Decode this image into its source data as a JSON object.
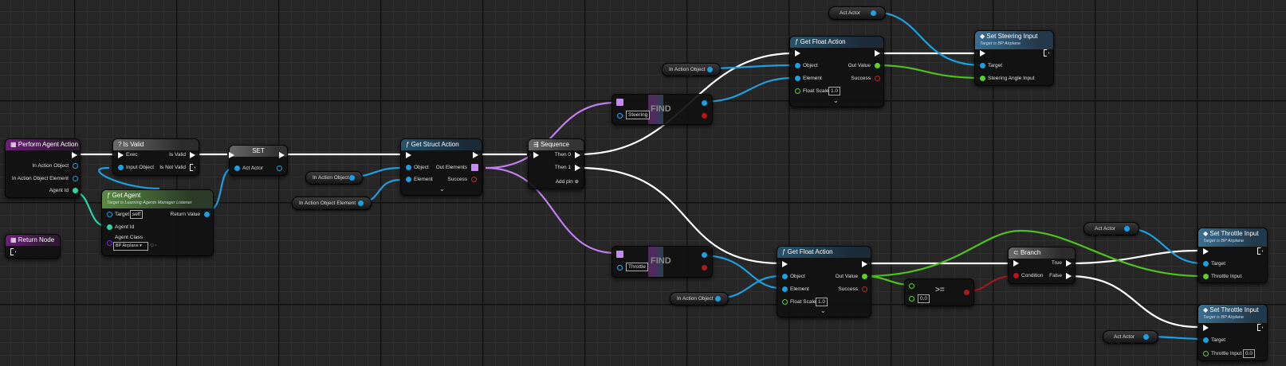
{
  "nodes": {
    "perform_agent_action": {
      "title": "Perform Agent Action",
      "pins": {
        "in_action_object": "In Action Object",
        "in_action_object_element": "In Action Object Element",
        "agent_id": "Agent Id"
      }
    },
    "return_node": {
      "title": "Return Node"
    },
    "is_valid": {
      "title": "Is Valid",
      "pins": {
        "exec": "Exec",
        "is_valid": "Is Valid",
        "input_object": "Input Object",
        "is_not_valid": "Is Not Valid"
      }
    },
    "set_node": {
      "title": "SET",
      "pins": {
        "act_actor": "Act Actor"
      }
    },
    "get_agent": {
      "title": "Get Agent",
      "subtitle": "Target is Learning Agents Manager Listener",
      "pins": {
        "target": "Target",
        "self_value": "self",
        "return_value": "Return Value",
        "agent_id": "Agent Id",
        "agent_class": "Agent Class",
        "class_value": "BP Airplane"
      }
    },
    "get_struct_action": {
      "title": "Get Struct Action",
      "pins": {
        "object": "Object",
        "out_elements": "Out Elements",
        "element": "Element",
        "success": "Success"
      }
    },
    "sequence": {
      "title": "Sequence",
      "pins": {
        "then0": "Then 0",
        "then1": "Then 1",
        "add_pin": "Add pin"
      }
    },
    "find_steering": {
      "title": "FIND",
      "value": "Steering"
    },
    "find_throttle": {
      "title": "FIND",
      "value": "Throttle"
    },
    "get_float_action_top": {
      "title": "Get Float Action",
      "pins": {
        "object": "Object",
        "out_value": "Out Value",
        "element": "Element",
        "success": "Success",
        "float_scale": "Float Scale",
        "float_scale_value": "1.0"
      }
    },
    "get_float_action_bottom": {
      "title": "Get Float Action",
      "pins": {
        "object": "Object",
        "out_value": "Out Value",
        "element": "Element",
        "success": "Success",
        "float_scale": "Float Scale",
        "float_scale_value": "1.0"
      }
    },
    "set_steering_input": {
      "title": "Set Steering Input",
      "subtitle": "Target is BP Airplane",
      "pins": {
        "target": "Target",
        "steering_angle_input": "Steering Angle Input"
      }
    },
    "set_throttle_input_top": {
      "title": "Set Throttle Input",
      "subtitle": "Target is BP Airplane",
      "pins": {
        "target": "Target",
        "throttle_input": "Throttle Input"
      }
    },
    "set_throttle_input_bottom": {
      "title": "Set Throttle Input",
      "subtitle": "Target is BP Airplane",
      "pins": {
        "target": "Target",
        "throttle_input": "Throttle Input",
        "throttle_value": "0.0"
      }
    },
    "branch": {
      "title": "Branch",
      "pins": {
        "true": "True",
        "condition": "Condition",
        "false": "False"
      }
    },
    "compare": {
      "operator": ">=",
      "value": "0.0"
    }
  },
  "variables": {
    "act_actor_1": "Act Actor",
    "act_actor_2": "Act Actor",
    "act_actor_3": "Act Actor",
    "in_action_object_1": "In Action Object",
    "in_action_object_2": "In Action Object",
    "in_action_object_3": "In Action Object",
    "in_action_object_element": "In Action Object Element"
  },
  "colors": {
    "exec_wire": "#ffffff",
    "object_wire": "#1e9fe0",
    "array_wire": "#c27ef0",
    "float_wire": "#4fc11e",
    "int_wire": "#2ad5a5",
    "bool_wire": "#a3171a"
  }
}
